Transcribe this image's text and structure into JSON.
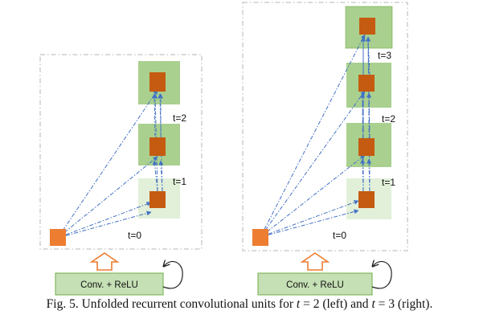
{
  "colors": {
    "frame": "#b5b5b5",
    "layer_green": "#a9d08e",
    "layer_green_light": "#e2efd9",
    "unit": "#c55a11",
    "input_unit": "#ed7d31",
    "edge": "#4472c4",
    "conv_fill": "#c5e0b4",
    "conv_stroke": "#70ad47",
    "arrow": "#ed7d31"
  },
  "left": {
    "layer_labels": [
      "t=0",
      "t=1",
      "t=2"
    ],
    "conv_label": "Conv. + ReLU"
  },
  "right": {
    "layer_labels": [
      "t=0",
      "t=1",
      "t=2",
      "t=3"
    ],
    "conv_label": "Conv. + ReLU"
  },
  "caption": {
    "prefix": "Fig. 5. Unfolded recurrent convolutional units for ",
    "var1": "t",
    "mid1": " = 2 (left) and ",
    "var2": "t",
    "suffix": " = 3 (right)."
  }
}
